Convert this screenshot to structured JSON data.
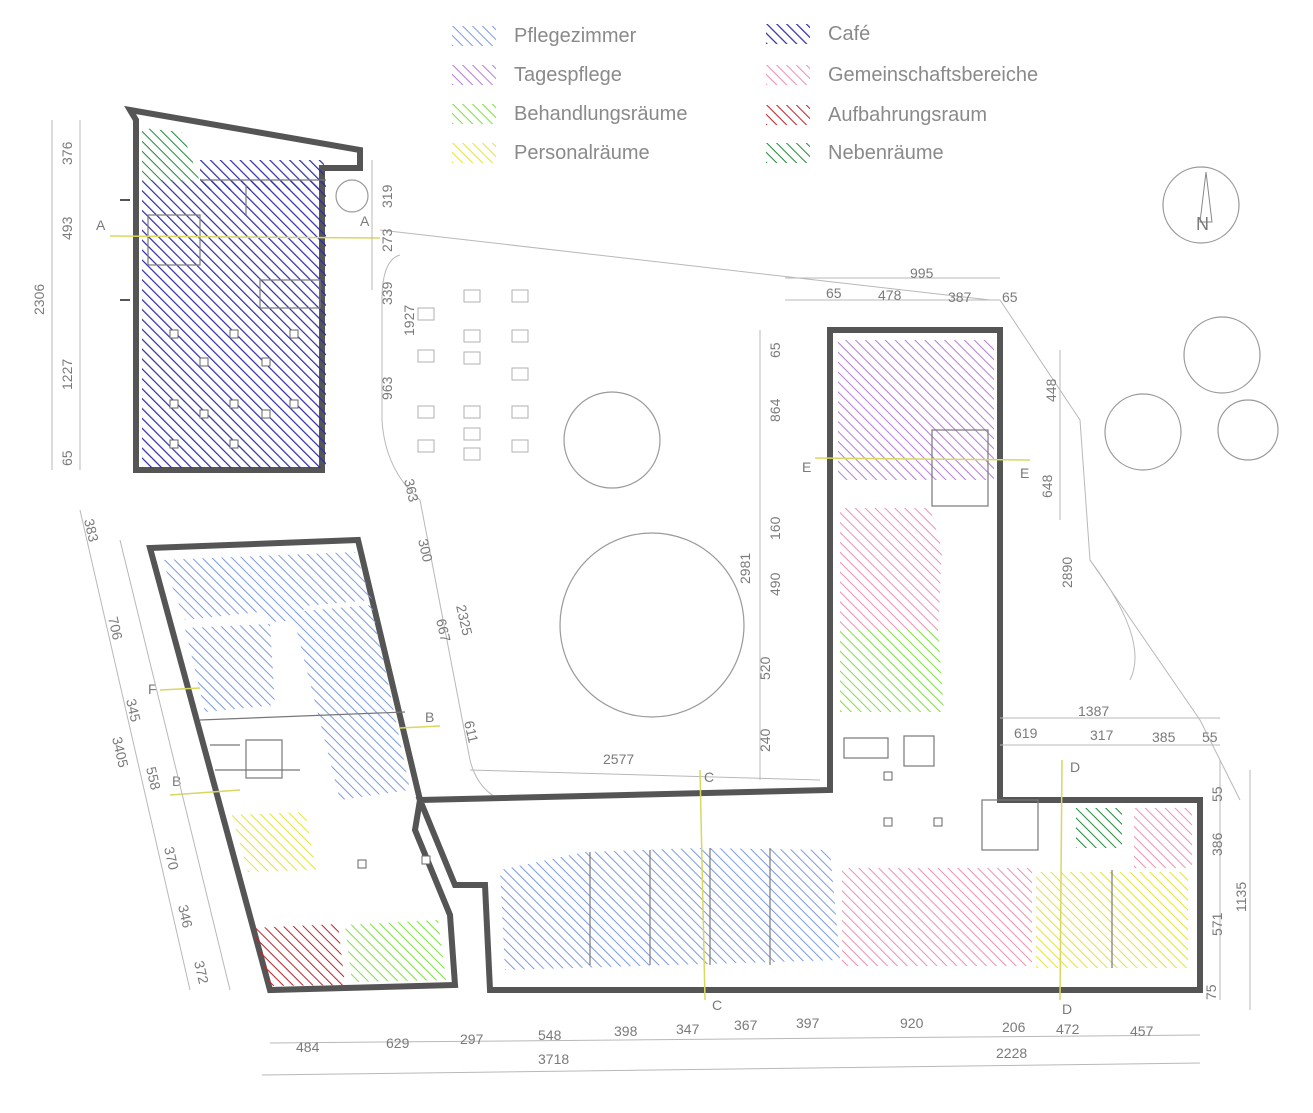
{
  "legend": [
    {
      "label": "Pflegezimmer",
      "color": "#6b8fe0"
    },
    {
      "label": "Tagespflege",
      "color": "#b070d8"
    },
    {
      "label": "Behandlungsräume",
      "color": "#7de03a"
    },
    {
      "label": "Personalräume",
      "color": "#e8e83a"
    },
    {
      "label": "Café",
      "color": "#2a2aa8"
    },
    {
      "label": "Gemeinschaftsbereiche",
      "color": "#f08aa8"
    },
    {
      "label": "Aufbahrungsraum",
      "color": "#c8202a"
    },
    {
      "label": "Nebenräume",
      "color": "#1f8a3a"
    }
  ],
  "north_label": "N",
  "section_markers": [
    "A",
    "A",
    "B",
    "B",
    "C",
    "C",
    "D",
    "D",
    "E",
    "E",
    "F"
  ],
  "dimensions": {
    "left_col": [
      "376",
      "493",
      "1227",
      "65",
      "2306"
    ],
    "cafe_right": [
      "319",
      "273",
      "339",
      "1927",
      "963"
    ],
    "top_right": [
      "995",
      "65",
      "478",
      "387",
      "65"
    ],
    "west_wing": [
      "383",
      "706",
      "345",
      "558",
      "370",
      "346",
      "372",
      "3405"
    ],
    "middle": [
      "363",
      "300",
      "667",
      "2325",
      "611"
    ],
    "court": [
      "65",
      "864",
      "2981",
      "160",
      "490",
      "520",
      "240",
      "2577"
    ],
    "east": [
      "448",
      "648",
      "2890"
    ],
    "south_east": [
      "1387",
      "619",
      "317",
      "385",
      "55",
      "55",
      "386",
      "571",
      "75",
      "1135"
    ],
    "bottom": [
      "484",
      "629",
      "297",
      "548",
      "398",
      "347",
      "367",
      "397",
      "920",
      "206",
      "472",
      "457",
      "3718",
      "2228"
    ]
  }
}
